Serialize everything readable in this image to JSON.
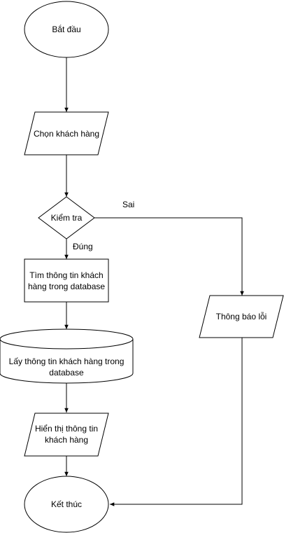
{
  "flowchart": {
    "nodes": {
      "start": {
        "label": "Bắt đầu",
        "shape": "ellipse"
      },
      "select_customer": {
        "label": "Chọn khách hàng",
        "shape": "parallelogram"
      },
      "check": {
        "label": "Kiểm tra",
        "shape": "diamond"
      },
      "find_info": {
        "label_lines": [
          "Tìm thông tin khách",
          "hàng trong database"
        ],
        "shape": "rectangle"
      },
      "get_info": {
        "label_lines": [
          "Lấy thông tin khách hàng trong",
          "database"
        ],
        "shape": "cylinder"
      },
      "show_info": {
        "label_lines": [
          "Hiển thị thông tin",
          "khách hàng"
        ],
        "shape": "parallelogram"
      },
      "end": {
        "label": "Kết thúc",
        "shape": "ellipse"
      },
      "error": {
        "label": "Thông báo lỗi",
        "shape": "parallelogram"
      }
    },
    "edge_labels": {
      "no": "Sai",
      "yes": "Đúng"
    }
  }
}
